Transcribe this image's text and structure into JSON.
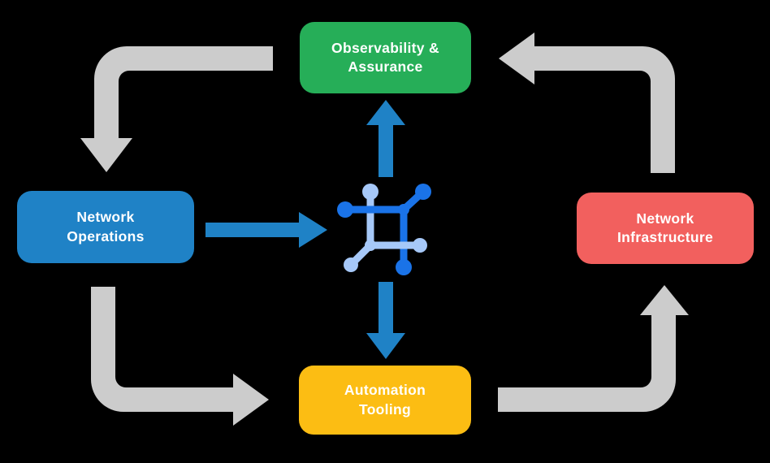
{
  "diagram": {
    "description": "Network automation cycle diagram with four nodes around a central network-mesh icon",
    "nodes": {
      "observability": {
        "label": "Observability &\nAssurance",
        "color": "#26AE58"
      },
      "operations": {
        "label": "Network\nOperations",
        "color": "#1F82C6"
      },
      "infrastructure": {
        "label": "Network\nInfrastructure",
        "color": "#F2605E"
      },
      "automation": {
        "label": "Automation\nTooling",
        "color": "#FCBD13"
      }
    },
    "flows": [
      {
        "from": "observability",
        "to": "operations",
        "style": "gray-elbow"
      },
      {
        "from": "operations",
        "to": "automation",
        "style": "gray-elbow"
      },
      {
        "from": "automation",
        "to": "infrastructure",
        "style": "gray-elbow"
      },
      {
        "from": "infrastructure",
        "to": "observability",
        "style": "gray-elbow"
      },
      {
        "from": "operations",
        "to": "center-icon",
        "style": "blue-straight"
      },
      {
        "from": "center-icon",
        "to": "observability",
        "style": "blue-straight"
      },
      {
        "from": "center-icon",
        "to": "automation",
        "style": "blue-straight"
      }
    ],
    "center_icon": "network-mesh-icon"
  },
  "colors": {
    "background": "#000000",
    "text": "#FFFFFF",
    "arrow_gray": "#CCCCCC",
    "arrow_blue": "#1F82C6",
    "icon_dark": "#1A73E8",
    "icon_light": "#A6C8F8"
  }
}
